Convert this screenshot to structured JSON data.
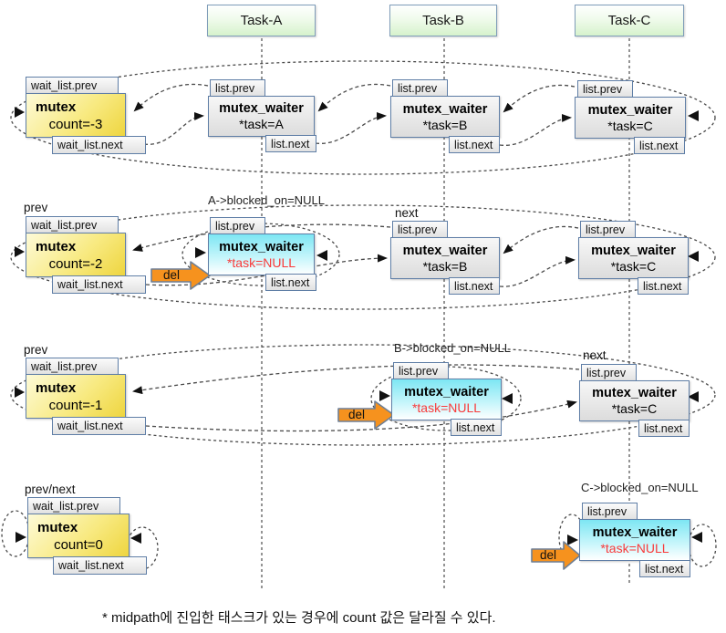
{
  "tasks": [
    {
      "label": "Task-A"
    },
    {
      "label": "Task-B"
    },
    {
      "label": "Task-C"
    }
  ],
  "tabs": {
    "wait_prev": "wait_list.prev",
    "wait_next": "wait_list.next",
    "list_prev": "list.prev",
    "list_next": "list.next"
  },
  "labels": {
    "prev": "prev",
    "next": "next",
    "prev_next": "prev/next",
    "del": "del"
  },
  "annotations": {
    "a": "A->blocked_on=NULL",
    "b": "B->blocked_on=NULL",
    "c": "C->blocked_on=NULL"
  },
  "rows": [
    {
      "mutex": {
        "title": "mutex",
        "count": "count=-3"
      },
      "waiters": [
        {
          "title": "mutex_waiter",
          "task": "*task=A"
        },
        {
          "title": "mutex_waiter",
          "task": "*task=B"
        },
        {
          "title": "mutex_waiter",
          "task": "*task=C"
        }
      ]
    },
    {
      "mutex": {
        "title": "mutex",
        "count": "count=-2"
      },
      "waiters": [
        {
          "title": "mutex_waiter",
          "task": "*task=NULL"
        },
        {
          "title": "mutex_waiter",
          "task": "*task=B"
        },
        {
          "title": "mutex_waiter",
          "task": "*task=C"
        }
      ]
    },
    {
      "mutex": {
        "title": "mutex",
        "count": "count=-1"
      },
      "waiters": [
        {
          "title": "mutex_waiter",
          "task": "*task=NULL"
        },
        {
          "title": "mutex_waiter",
          "task": "*task=C"
        }
      ]
    },
    {
      "mutex": {
        "title": "mutex",
        "count": "count=0"
      },
      "waiters": [
        {
          "title": "mutex_waiter",
          "task": "*task=NULL"
        }
      ]
    }
  ],
  "footnote": "* midpath에 진입한 태스크가 있는 경우에 count 값은 달라질 수 있다.",
  "colors": {
    "task_fill": "#d6f2cc",
    "mutex_fill": "#eed53e",
    "waiter_fill": "#dcdcdc",
    "removed_fill": "#7de6f3",
    "null_text": "#f93a3a",
    "del_fill": "#f6921e",
    "border": "#5f7ea6",
    "wire": "#444444"
  }
}
